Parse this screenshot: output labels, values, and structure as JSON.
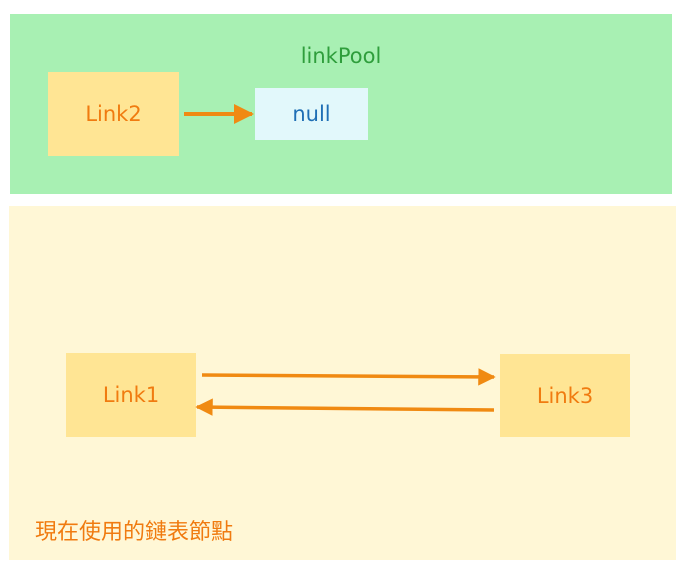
{
  "pool": {
    "title": "linkPool",
    "node_label": "Link2",
    "null_label": "null"
  },
  "active": {
    "left_node_label": "Link1",
    "right_node_label": "Link3",
    "caption": "現在使用的鏈表節點"
  },
  "colors": {
    "pool_background": "#a8f0b3",
    "active_background": "#fff7d6",
    "node_fill": "#ffe594",
    "node_text": "#f07b10",
    "null_fill": "#e2f8fb",
    "null_text": "#1f6fb5",
    "title_text": "#2f9e3c",
    "arrow": "#f08a12"
  }
}
